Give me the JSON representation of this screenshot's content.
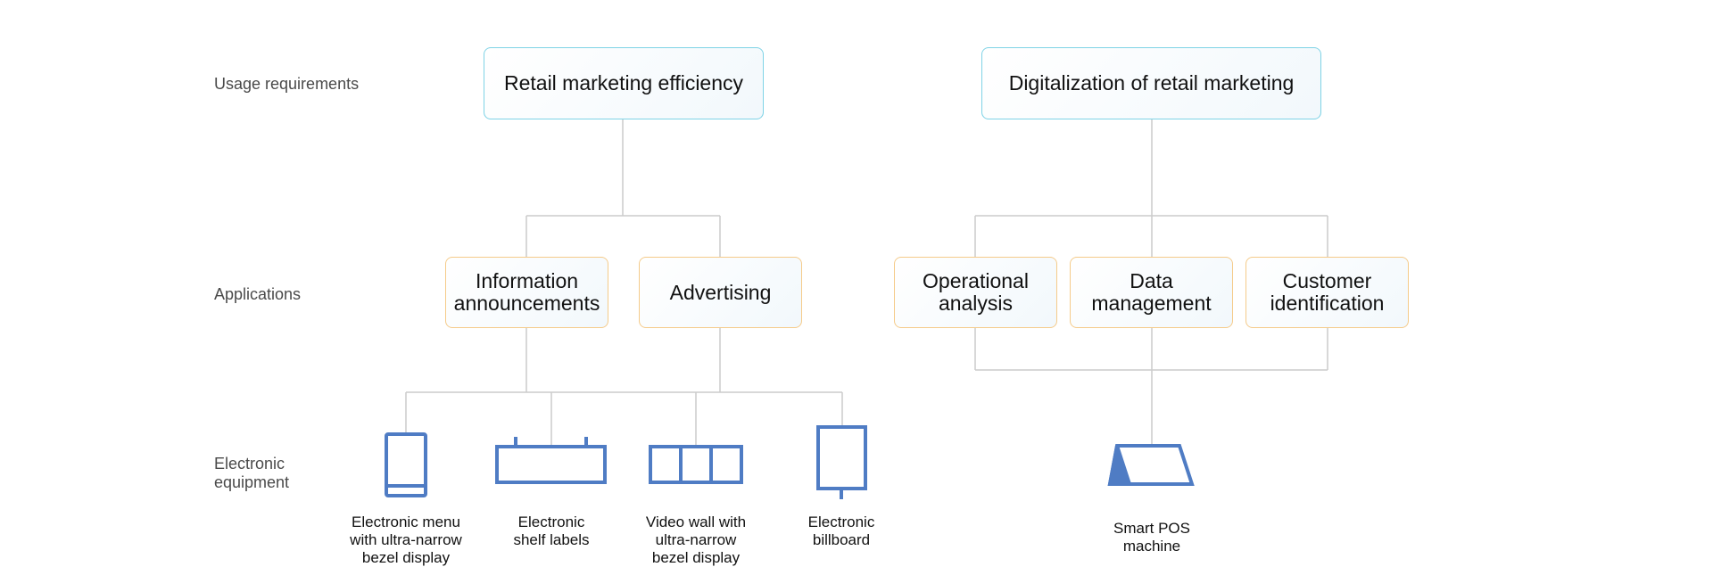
{
  "row_labels": {
    "usage": "Usage requirements",
    "applications": "Applications",
    "equipment": "Electronic\nequipment"
  },
  "requirements": {
    "left": "Retail marketing efficiency",
    "right": "Digitalization of retail marketing"
  },
  "applications": {
    "info": "Information\nannouncements",
    "advertising": "Advertising",
    "operational": "Operational\nanalysis",
    "data": "Data\nmanagement",
    "customer": "Customer\nidentification"
  },
  "devices": {
    "menu": "Electronic menu\nwith ultra-narrow\nbezel display",
    "shelf": "Electronic\nshelf labels",
    "videowall": "Video wall with\nultra-narrow\nbezel display",
    "billboard": "Electronic\nbillboard",
    "pos": "Smart POS\nmachine"
  },
  "icons": {
    "menu": "portrait-display-icon",
    "shelf": "shelf-label-icon",
    "videowall": "video-wall-icon",
    "billboard": "billboard-icon",
    "pos": "pos-terminal-icon"
  },
  "colors": {
    "requirement_border": "#7fd3e6",
    "application_border": "#f5cb8a",
    "connector": "#cccccc",
    "icon": "#4f7cc4"
  }
}
